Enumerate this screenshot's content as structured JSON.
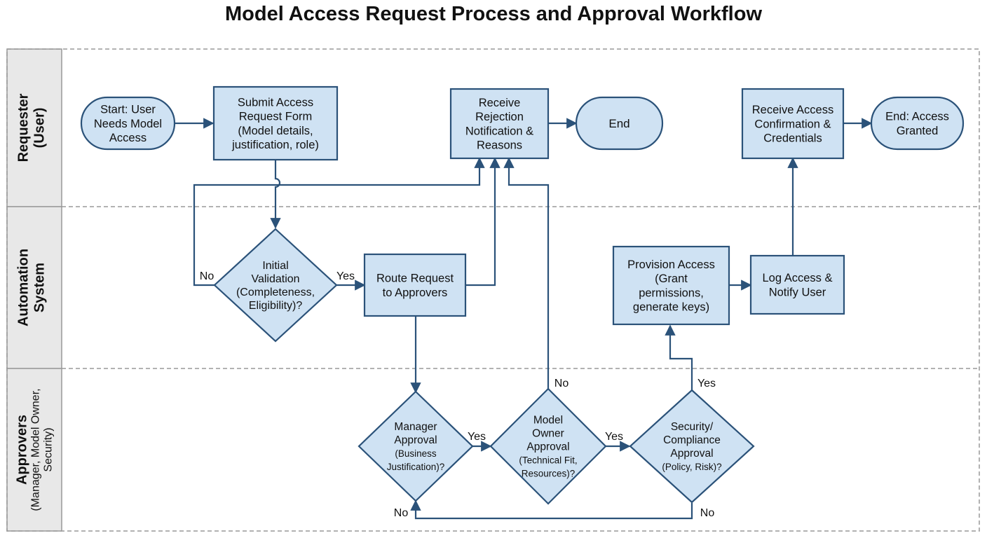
{
  "title": "Model Access Request Process and Approval Workflow",
  "lanes": [
    {
      "id": "requester",
      "lines": [
        "Requester",
        "(User)"
      ]
    },
    {
      "id": "automation",
      "lines": [
        "Automation",
        "System"
      ]
    },
    {
      "id": "approvers",
      "lines": [
        "Approvers",
        "(Manager, Model Owner,",
        "Security)"
      ]
    }
  ],
  "nodes": {
    "start": {
      "lines": [
        "Start: User",
        "Needs Model",
        "Access"
      ]
    },
    "submit": {
      "lines": [
        "Submit Access",
        "Request Form",
        "(Model details,",
        "justification, role)"
      ]
    },
    "rejection": {
      "lines": [
        "Receive",
        "Rejection",
        "Notification &",
        "Reasons"
      ]
    },
    "end": {
      "lines": [
        "End"
      ]
    },
    "confirmation": {
      "lines": [
        "Receive Access",
        "Confirmation &",
        "Credentials"
      ]
    },
    "end_granted": {
      "lines": [
        "End: Access",
        "Granted"
      ]
    },
    "validation": {
      "lines": [
        "Initial",
        "Validation",
        "(Completeness,",
        "Eligibility)?"
      ]
    },
    "route": {
      "lines": [
        "Route Request",
        "to Approvers"
      ]
    },
    "provision": {
      "lines": [
        "Provision Access",
        "(Grant",
        "permissions,",
        "generate keys)"
      ]
    },
    "log": {
      "lines": [
        "Log Access &",
        "Notify User"
      ]
    },
    "manager": {
      "lines": [
        "Manager",
        "Approval",
        "(Business",
        "Justification)?"
      ]
    },
    "owner": {
      "lines": [
        "Model",
        "Owner",
        "Approval",
        "(Technical Fit,",
        "Resources)?"
      ]
    },
    "security": {
      "lines": [
        "Security/",
        "Compliance",
        "Approval",
        "(Policy, Risk)?"
      ]
    }
  },
  "edge_labels": {
    "validation_no": "No",
    "validation_yes": "Yes",
    "manager_yes": "Yes",
    "manager_no": "No",
    "owner_yes": "Yes",
    "owner_no": "No",
    "security_yes": "Yes",
    "security_no": "No"
  },
  "colors": {
    "node_fill": "#cfe2f3",
    "node_stroke": "#2b5279",
    "edge": "#2b5279",
    "lane_header": "#e8e8e8",
    "lane_border": "#999999"
  }
}
